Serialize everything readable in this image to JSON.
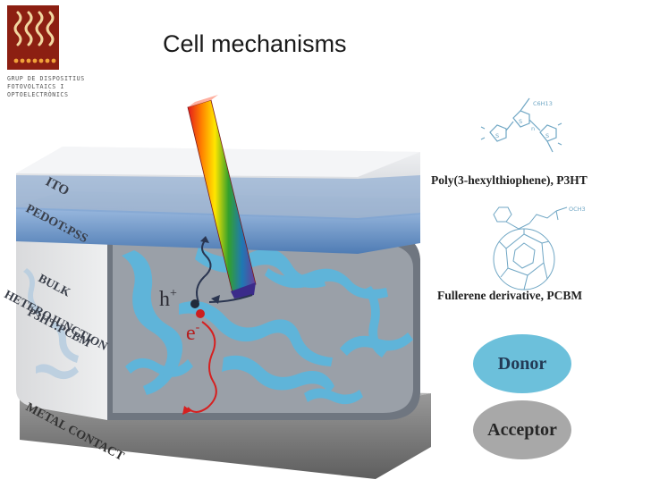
{
  "title": "Cell mechanisms",
  "logo": {
    "lines": [
      "GRUP DE DISPOSITIUS",
      "FOTOVOLTAICS I",
      "OPTOELECTRÒNICS"
    ]
  },
  "layers": {
    "ito": "ITO",
    "pedot": "PEDOT:PSS",
    "bulk_line1": "BULK",
    "bulk_line2": "HETEROJUNCTION",
    "bulk_line3": "P3HT:PCBM",
    "metal": "METAL CONTACT"
  },
  "charges": {
    "hole": "h",
    "hole_sup": "+",
    "electron": "e",
    "electron_sup": "-"
  },
  "molecules": {
    "p3ht_label": "Poly(3-hexylthiophene), P3HT",
    "pcbm_label": "Fullerene derivative, PCBM",
    "p3ht_chain": [
      "C6H13",
      "S",
      "S",
      "S",
      "n"
    ],
    "pcbm_group": "OCH3"
  },
  "legend": {
    "donor": "Donor",
    "acceptor": "Acceptor"
  },
  "colors": {
    "donor": "#6cc0db",
    "acceptor": "#a8a8a8",
    "ito": "#c9cdd4",
    "pedot": "#6f97c6",
    "metal": "#7a7a7a",
    "logo": "#8c1f12"
  }
}
